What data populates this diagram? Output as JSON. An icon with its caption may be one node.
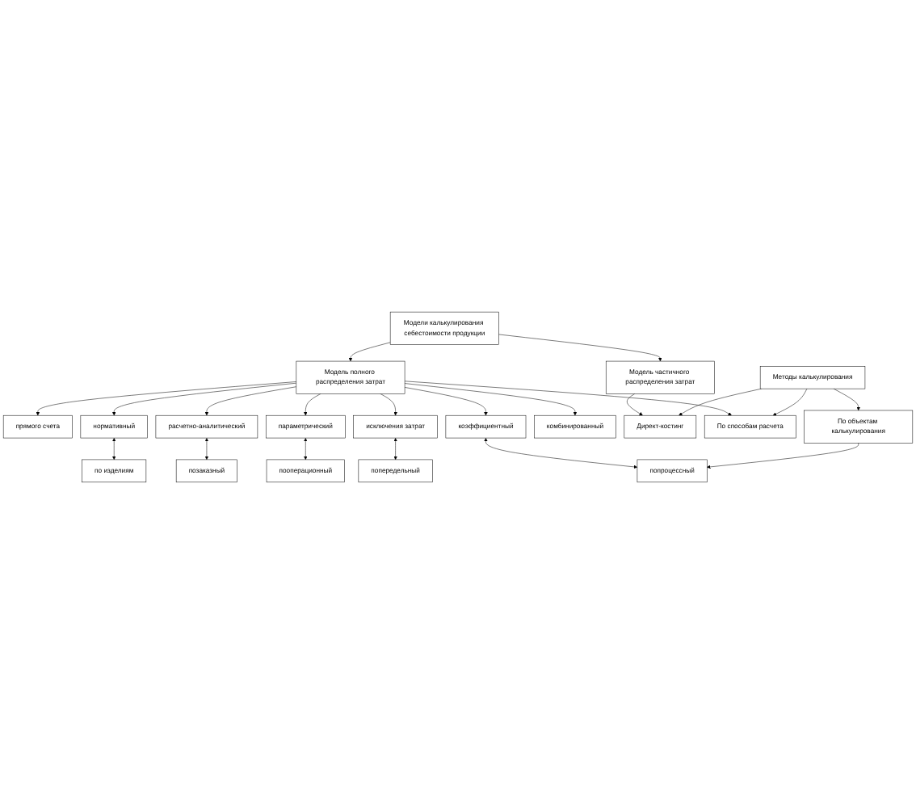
{
  "diagram": {
    "nodes": [
      {
        "text": [
          "Модели калькулирования себестоимости продукции"
        ]
      },
      {
        "text": [
          "Модель полного распределения затрат"
        ]
      },
      {
        "text": [
          "Модель частичного распределения затрат"
        ]
      },
      {
        "text": [
          "прямого счета"
        ]
      },
      {
        "text": [
          "нормативный"
        ]
      },
      {
        "text": [
          "расчетно-аналитический"
        ]
      },
      {
        "text": [
          "параметрический"
        ]
      },
      {
        "text": [
          "исключения затрат"
        ]
      },
      {
        "text": [
          "коэффициентный"
        ]
      },
      {
        "text": [
          "комбинированный"
        ]
      },
      {
        "text": [
          "по изделиям"
        ]
      },
      {
        "text": [
          "позаказный"
        ]
      },
      {
        "text": [
          "пооперационный"
        ]
      },
      {
        "text": [
          "попередельный"
        ]
      },
      {
        "text": [
          "попроцессный"
        ]
      },
      {
        "text": [
          "Директ-костинг"
        ]
      },
      {
        "text": [
          "По способам расчета"
        ]
      },
      {
        "text": [
          "По объектам калькулирования"
        ]
      },
      {
        "text": [
          "Методы калькулирования"
        ]
      }
    ],
    "edges": [
      {
        "from": 0,
        "to": 1,
        "arrow": "to"
      },
      {
        "from": 0,
        "to": 2,
        "arrow": "to"
      },
      {
        "from": 1,
        "to": 3,
        "arrow": "to"
      },
      {
        "from": 1,
        "to": 4,
        "arrow": "to"
      },
      {
        "from": 1,
        "to": 5,
        "arrow": "to"
      },
      {
        "from": 1,
        "to": 6,
        "arrow": "to"
      },
      {
        "from": 1,
        "to": 7,
        "arrow": "to"
      },
      {
        "from": 1,
        "to": 8,
        "arrow": "to"
      },
      {
        "from": 1,
        "to": 9,
        "arrow": "to"
      },
      {
        "from": 1,
        "to": 16,
        "arrow": "to"
      },
      {
        "from": 2,
        "to": 15,
        "arrow": "to"
      },
      {
        "from": 4,
        "to": 10,
        "arrow": "both"
      },
      {
        "from": 5,
        "to": 11,
        "arrow": "both"
      },
      {
        "from": 6,
        "to": 12,
        "arrow": "both"
      },
      {
        "from": 7,
        "to": 13,
        "arrow": "both"
      },
      {
        "from": 8,
        "to": 14,
        "arrow": "both"
      },
      {
        "from": 17,
        "to": 14,
        "arrow": "to"
      },
      {
        "from": 18,
        "to": 16,
        "arrow": "to"
      },
      {
        "from": 18,
        "to": 17,
        "arrow": "to"
      },
      {
        "from": 18,
        "to": 15,
        "arrow": "to"
      }
    ]
  }
}
